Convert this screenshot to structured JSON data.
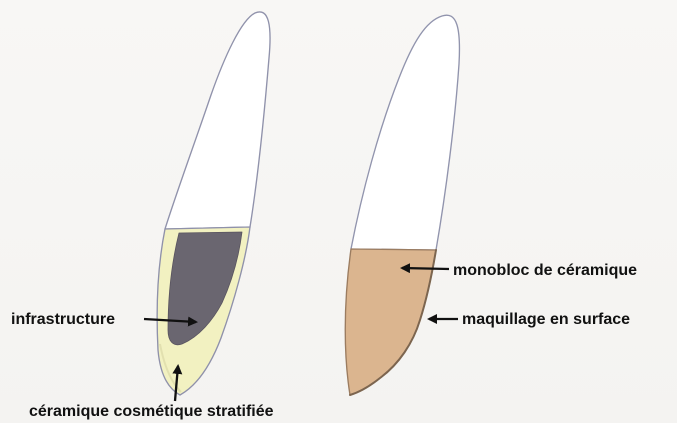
{
  "labels": {
    "infrastructure": "infrastructure",
    "ceramique_cosmetique_stratifiee": "céramique cosmétique stratifiée",
    "monobloc_de_ceramique": "monobloc de céramique",
    "maquillage_en_surface": "maquillage en surface"
  },
  "colors": {
    "background": "#f6f5f3",
    "root_fill": "#ffffff",
    "outline": "#8f91aa",
    "infrastructure_fill": "#6c6870",
    "layered_ceramic_fill": "#f1f0be",
    "monolithic_ceramic_fill": "#dbb48f",
    "surface_makeup_stroke": "#7f674f",
    "arrow": "#111111"
  },
  "icons": {
    "arrow_left": "left-arrow-icon",
    "arrow_down": "down-arrow-icon"
  }
}
